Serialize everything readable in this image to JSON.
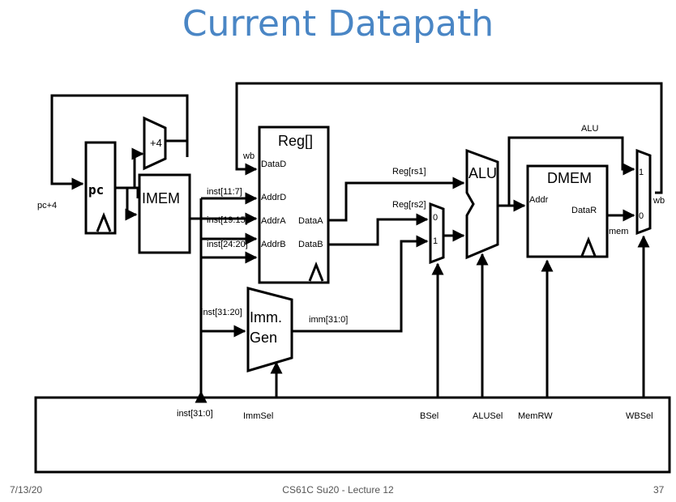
{
  "slide": {
    "title": "Current Datapath",
    "footer_date": "7/13/20",
    "footer_course": "CS61C Su20 - Lecture 12",
    "footer_page": "37"
  },
  "diagram": {
    "pc_label": "pc",
    "pc4_label": "pc+4",
    "plus4_label": "+4",
    "imem_label": "IMEM",
    "reg_title": "Reg[]",
    "reg_ports": {
      "datad": "DataD",
      "addrd": "AddrD",
      "addra": "AddrA",
      "addrb": "AddrB",
      "dataa": "DataA",
      "datab": "DataB"
    },
    "wb_in": "wb",
    "wb_out": "wb",
    "inst_11_7": "inst[11:7]",
    "inst_19_15": "inst[19:15]",
    "inst_24_20": "inst[24:20]",
    "inst_31_20": "inst[31:20]",
    "inst_31_0": "inst[31:0]",
    "immgen_line1": "Imm.",
    "immgen_line2": "Gen",
    "imm_label": "imm[31:0]",
    "reg_rs1": "Reg[rs1]",
    "reg_rs2": "Reg[rs2]",
    "bmux_0": "0",
    "bmux_1": "1",
    "alu_label": "ALU",
    "alu_wire_label": "ALU",
    "dmem_label": "DMEM",
    "dmem_addr": "Addr",
    "dmem_datar": "DataR",
    "mem_label": "mem",
    "wbmux_1": "1",
    "wbmux_0": "0",
    "control": {
      "immsel": "ImmSel",
      "bsel": "BSel",
      "alusel": "ALUSel",
      "memrw": "MemRW",
      "wbsel": "WBSel"
    }
  }
}
